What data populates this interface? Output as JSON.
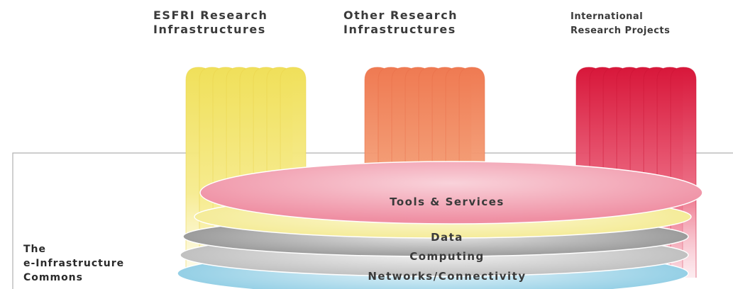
{
  "columns": [
    {
      "line1": "ESFRI Research",
      "line2": "Infrastructures",
      "color": "#f2e35a"
    },
    {
      "line1": "Other Research",
      "line2": "Infrastructures",
      "color": "#f2845a"
    },
    {
      "line1": "International",
      "line2": "Research Projects",
      "color": "#dd1f3f"
    }
  ],
  "layers": [
    {
      "label": "Tools & Services",
      "color": "#f08aa0"
    },
    {
      "label": "Data",
      "color": "#9a9a9a"
    },
    {
      "label": "Computing",
      "color": "#b8b8b8"
    },
    {
      "label": "Networks/Connectivity",
      "color": "#7fc6e0"
    }
  ],
  "commons": {
    "line1": "The",
    "line2": "e-Infrastructure",
    "line3": "Commons"
  }
}
